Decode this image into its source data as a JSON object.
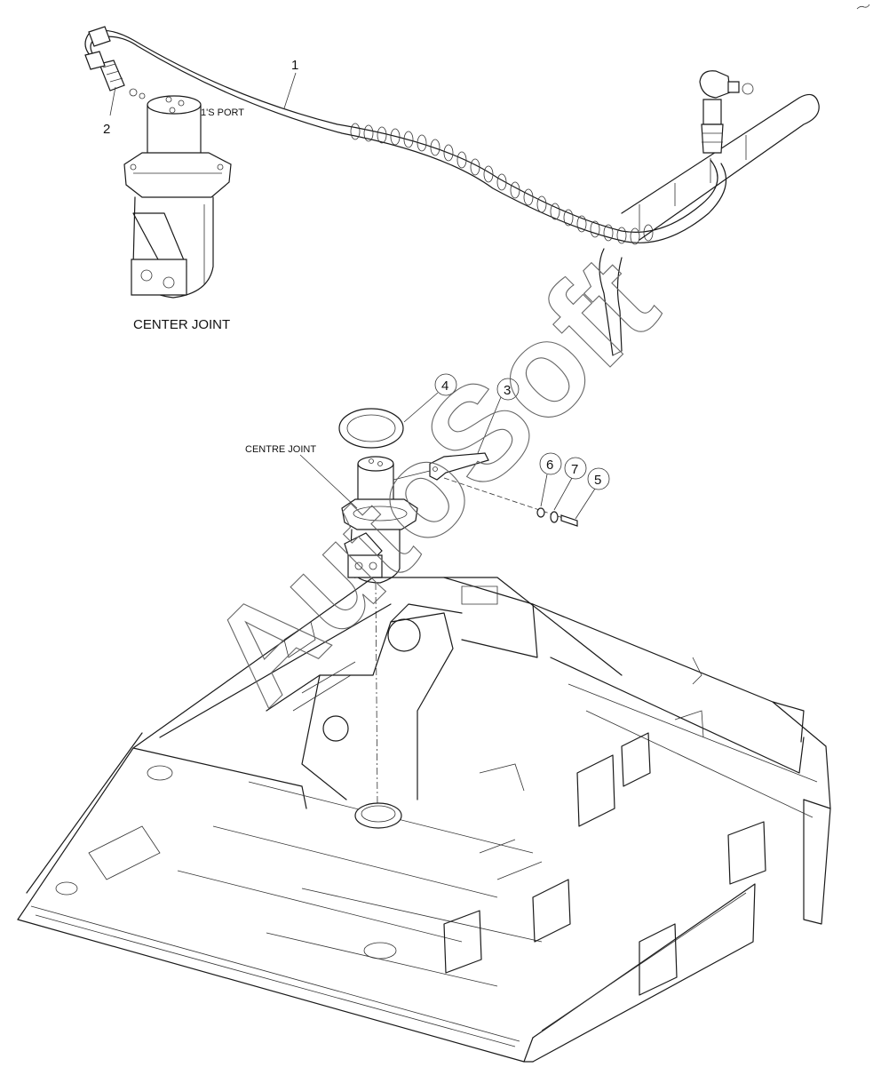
{
  "diagram": {
    "top_view_label": "CENTER JOINT",
    "main_view_label": "CENTRE JOINT",
    "port_label": "1'S PORT",
    "watermark": "AutoSoft",
    "callouts": [
      "1",
      "2",
      "3",
      "4",
      "5",
      "6",
      "7"
    ]
  }
}
